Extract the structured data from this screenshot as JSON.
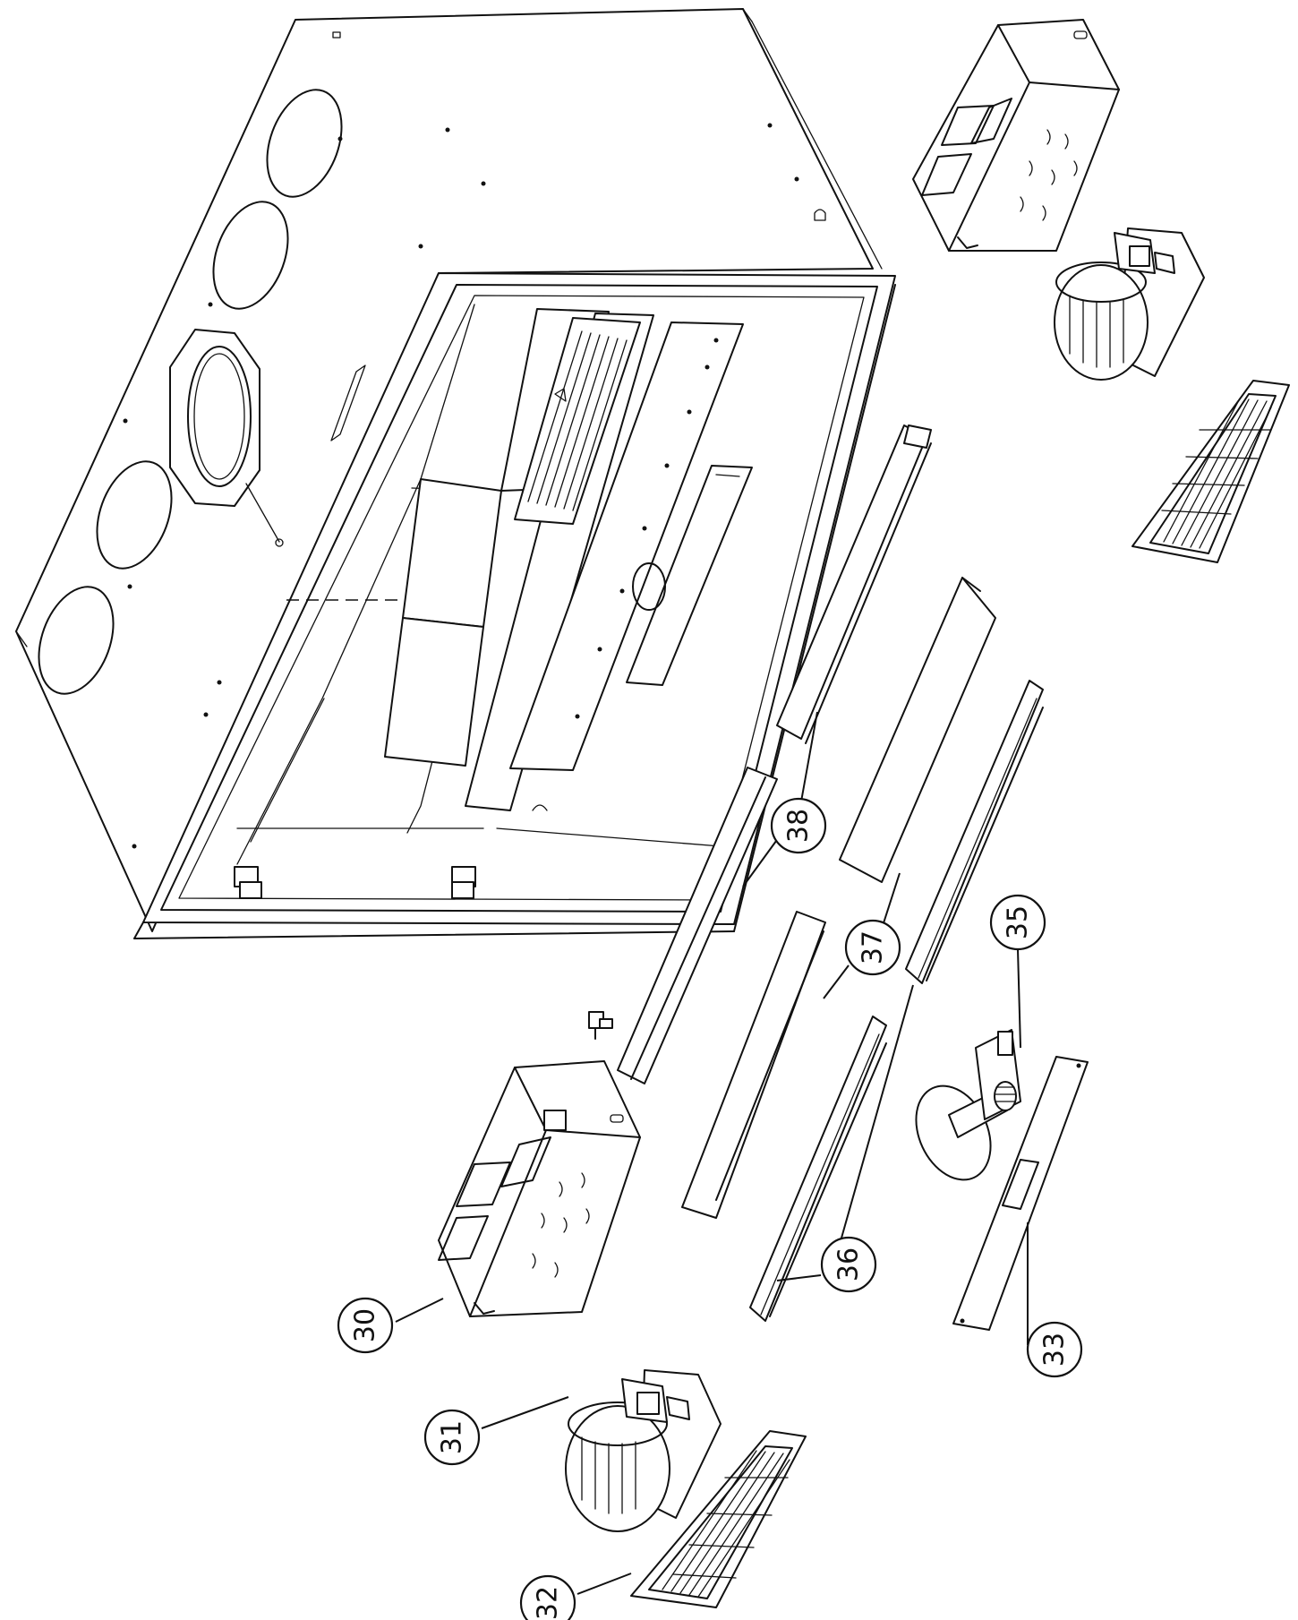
{
  "diagram": {
    "callouts": [
      {
        "id": "callout-30",
        "label": "30"
      },
      {
        "id": "callout-31",
        "label": "31"
      },
      {
        "id": "callout-32",
        "label": "32"
      },
      {
        "id": "callout-33",
        "label": "33"
      },
      {
        "id": "callout-35",
        "label": "35"
      },
      {
        "id": "callout-36",
        "label": "36"
      },
      {
        "id": "callout-37",
        "label": "37"
      },
      {
        "id": "callout-38",
        "label": "38"
      }
    ]
  }
}
